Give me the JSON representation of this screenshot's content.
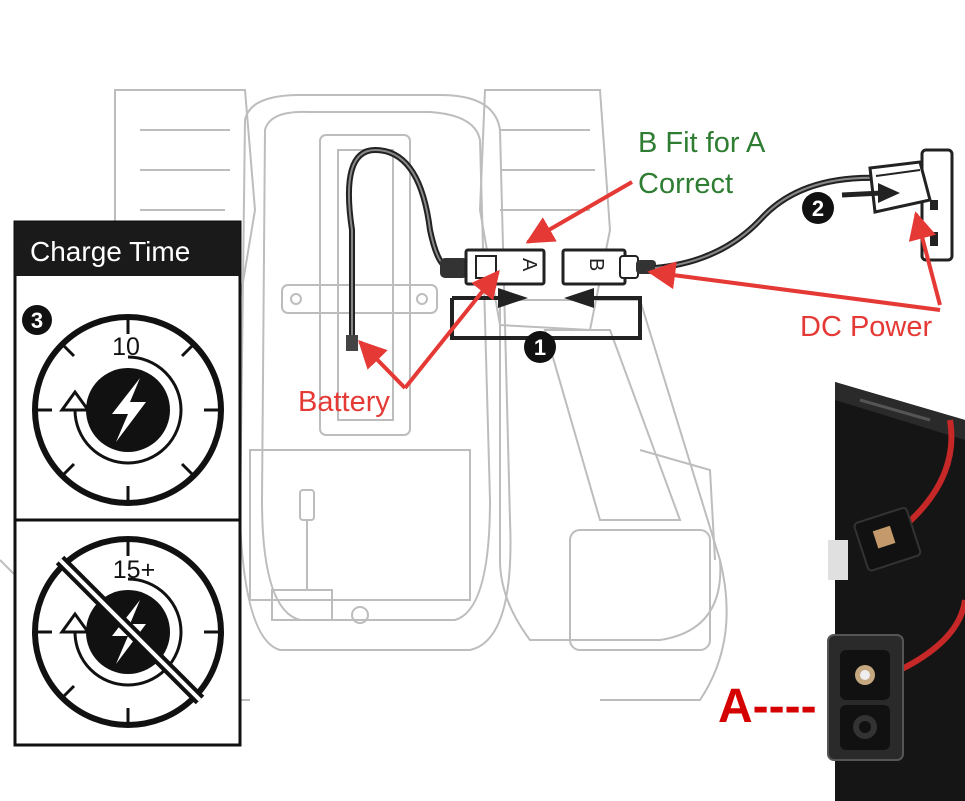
{
  "labels": {
    "fit": "B Fit for A",
    "correct": "Correct",
    "dc_power": "DC Power",
    "battery": "Battery",
    "connector_a": "A",
    "connector_b": "B",
    "photo_label": "A----"
  },
  "steps": {
    "one": "1",
    "two": "2",
    "three": "3"
  },
  "charge_panel": {
    "title": "Charge Time",
    "allowed_hours": "10",
    "prohibited_hours": "15+"
  },
  "colors": {
    "arrow_red": "#e53935",
    "text_green": "#2e7d32",
    "text_red": "#e53935",
    "photo_label_red": "#d50000",
    "outline_gray": "#b8b8b8"
  }
}
